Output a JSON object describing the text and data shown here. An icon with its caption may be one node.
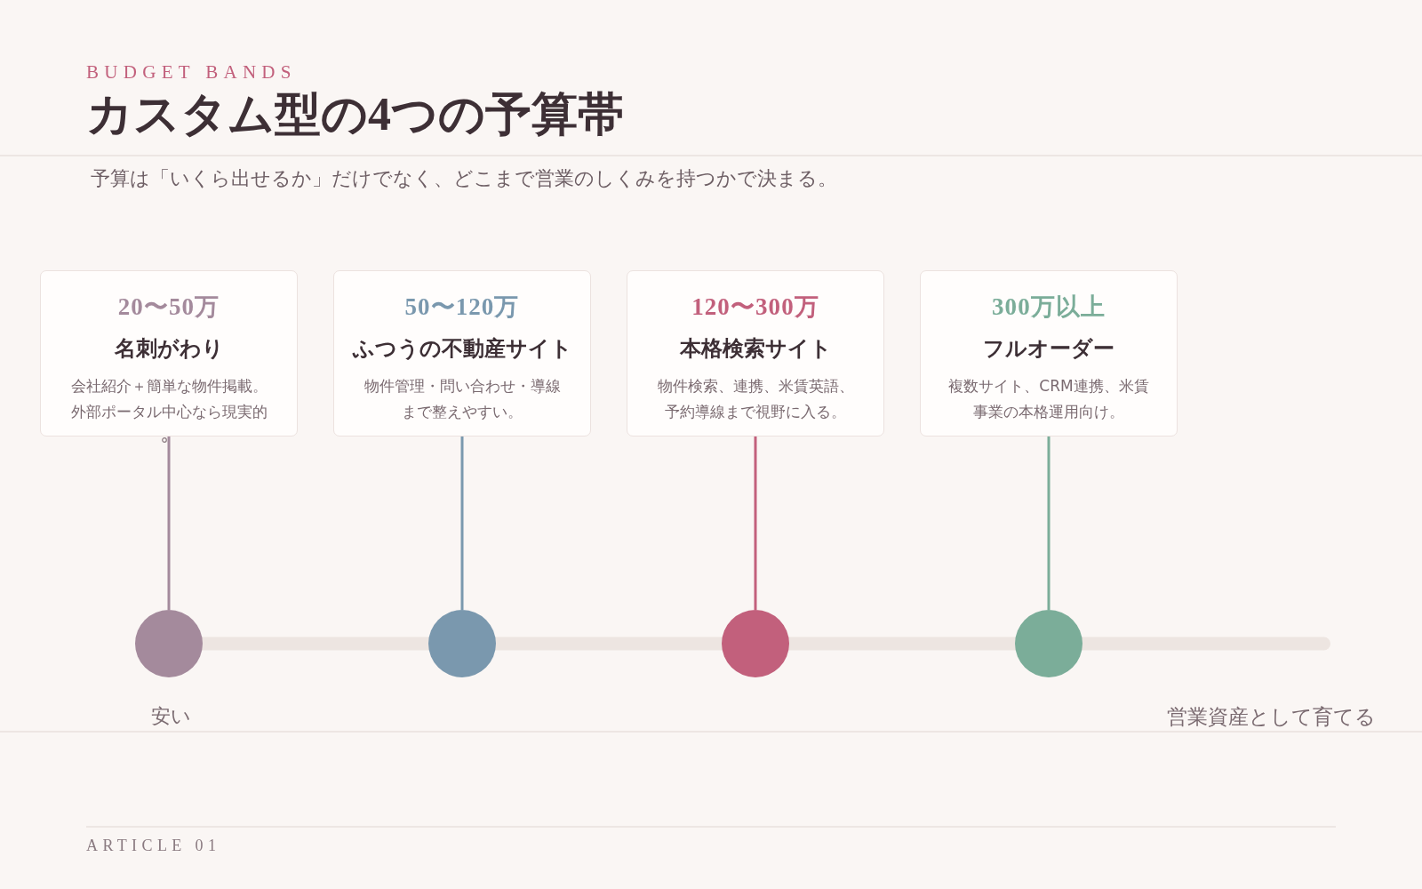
{
  "diagram": {
    "title": "カスタム型の4つの予算帯",
    "nodes": [
      {
        "text": [
          "20〜50万",
          "名刺がわり",
          "会社紹介＋簡単な物件掲載。外部ポータル中心なら現実的"
        ]
      },
      {
        "text": [
          "50〜120万",
          "ふつうの不動産サイト",
          "物件管理・問い合わせ・導線まで整えやすい。"
        ]
      },
      {
        "text": [
          "120〜300万",
          "本格検索サイト",
          "物件検索、連携、米賃英語、予約導線まで視野に入る。"
        ]
      },
      {
        "text": [
          "300万以上",
          "フルオーダー",
          "複数サイト、CRM連携、米賃事業の本格運用向け。"
        ]
      },
      {
        "text": [],
        "shape": "circle"
      },
      {
        "text": [],
        "shape": "circle"
      },
      {
        "text": [],
        "shape": "circle"
      },
      {
        "text": [],
        "shape": "circle"
      }
    ],
    "edges": [
      {
        "from": 0,
        "to": 4,
        "arrow": "none",
        "color": "#a48a9c"
      },
      {
        "from": 1,
        "to": 5,
        "arrow": "none",
        "color": "#7a98ae"
      },
      {
        "from": 2,
        "to": 6,
        "arrow": "none",
        "color": "#c2607c"
      },
      {
        "from": 3,
        "to": 7,
        "arrow": "none",
        "color": "#7bad99"
      }
    ],
    "labels": [
      "BUDGET BANDS",
      "予算は「いくら出せるか」だけでなく、どこまで営業のしくみを持つかで決まる。",
      "安い",
      "営業資産として育てる",
      "ARTICLE 01"
    ]
  }
}
